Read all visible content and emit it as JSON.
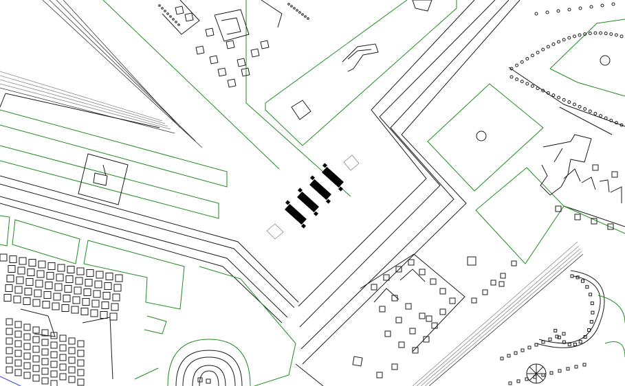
{
  "map": {
    "type": "architectural-plan",
    "colors": {
      "background": "#ffffff",
      "building_outline": "#1a1a1a",
      "garden_outline": "#1f8a1f",
      "highlight": "#000000",
      "accent_blue": "#2b3fd6"
    },
    "highlighted_feature": {
      "kind": "row-of-four-dark-elements",
      "count": 4
    }
  }
}
